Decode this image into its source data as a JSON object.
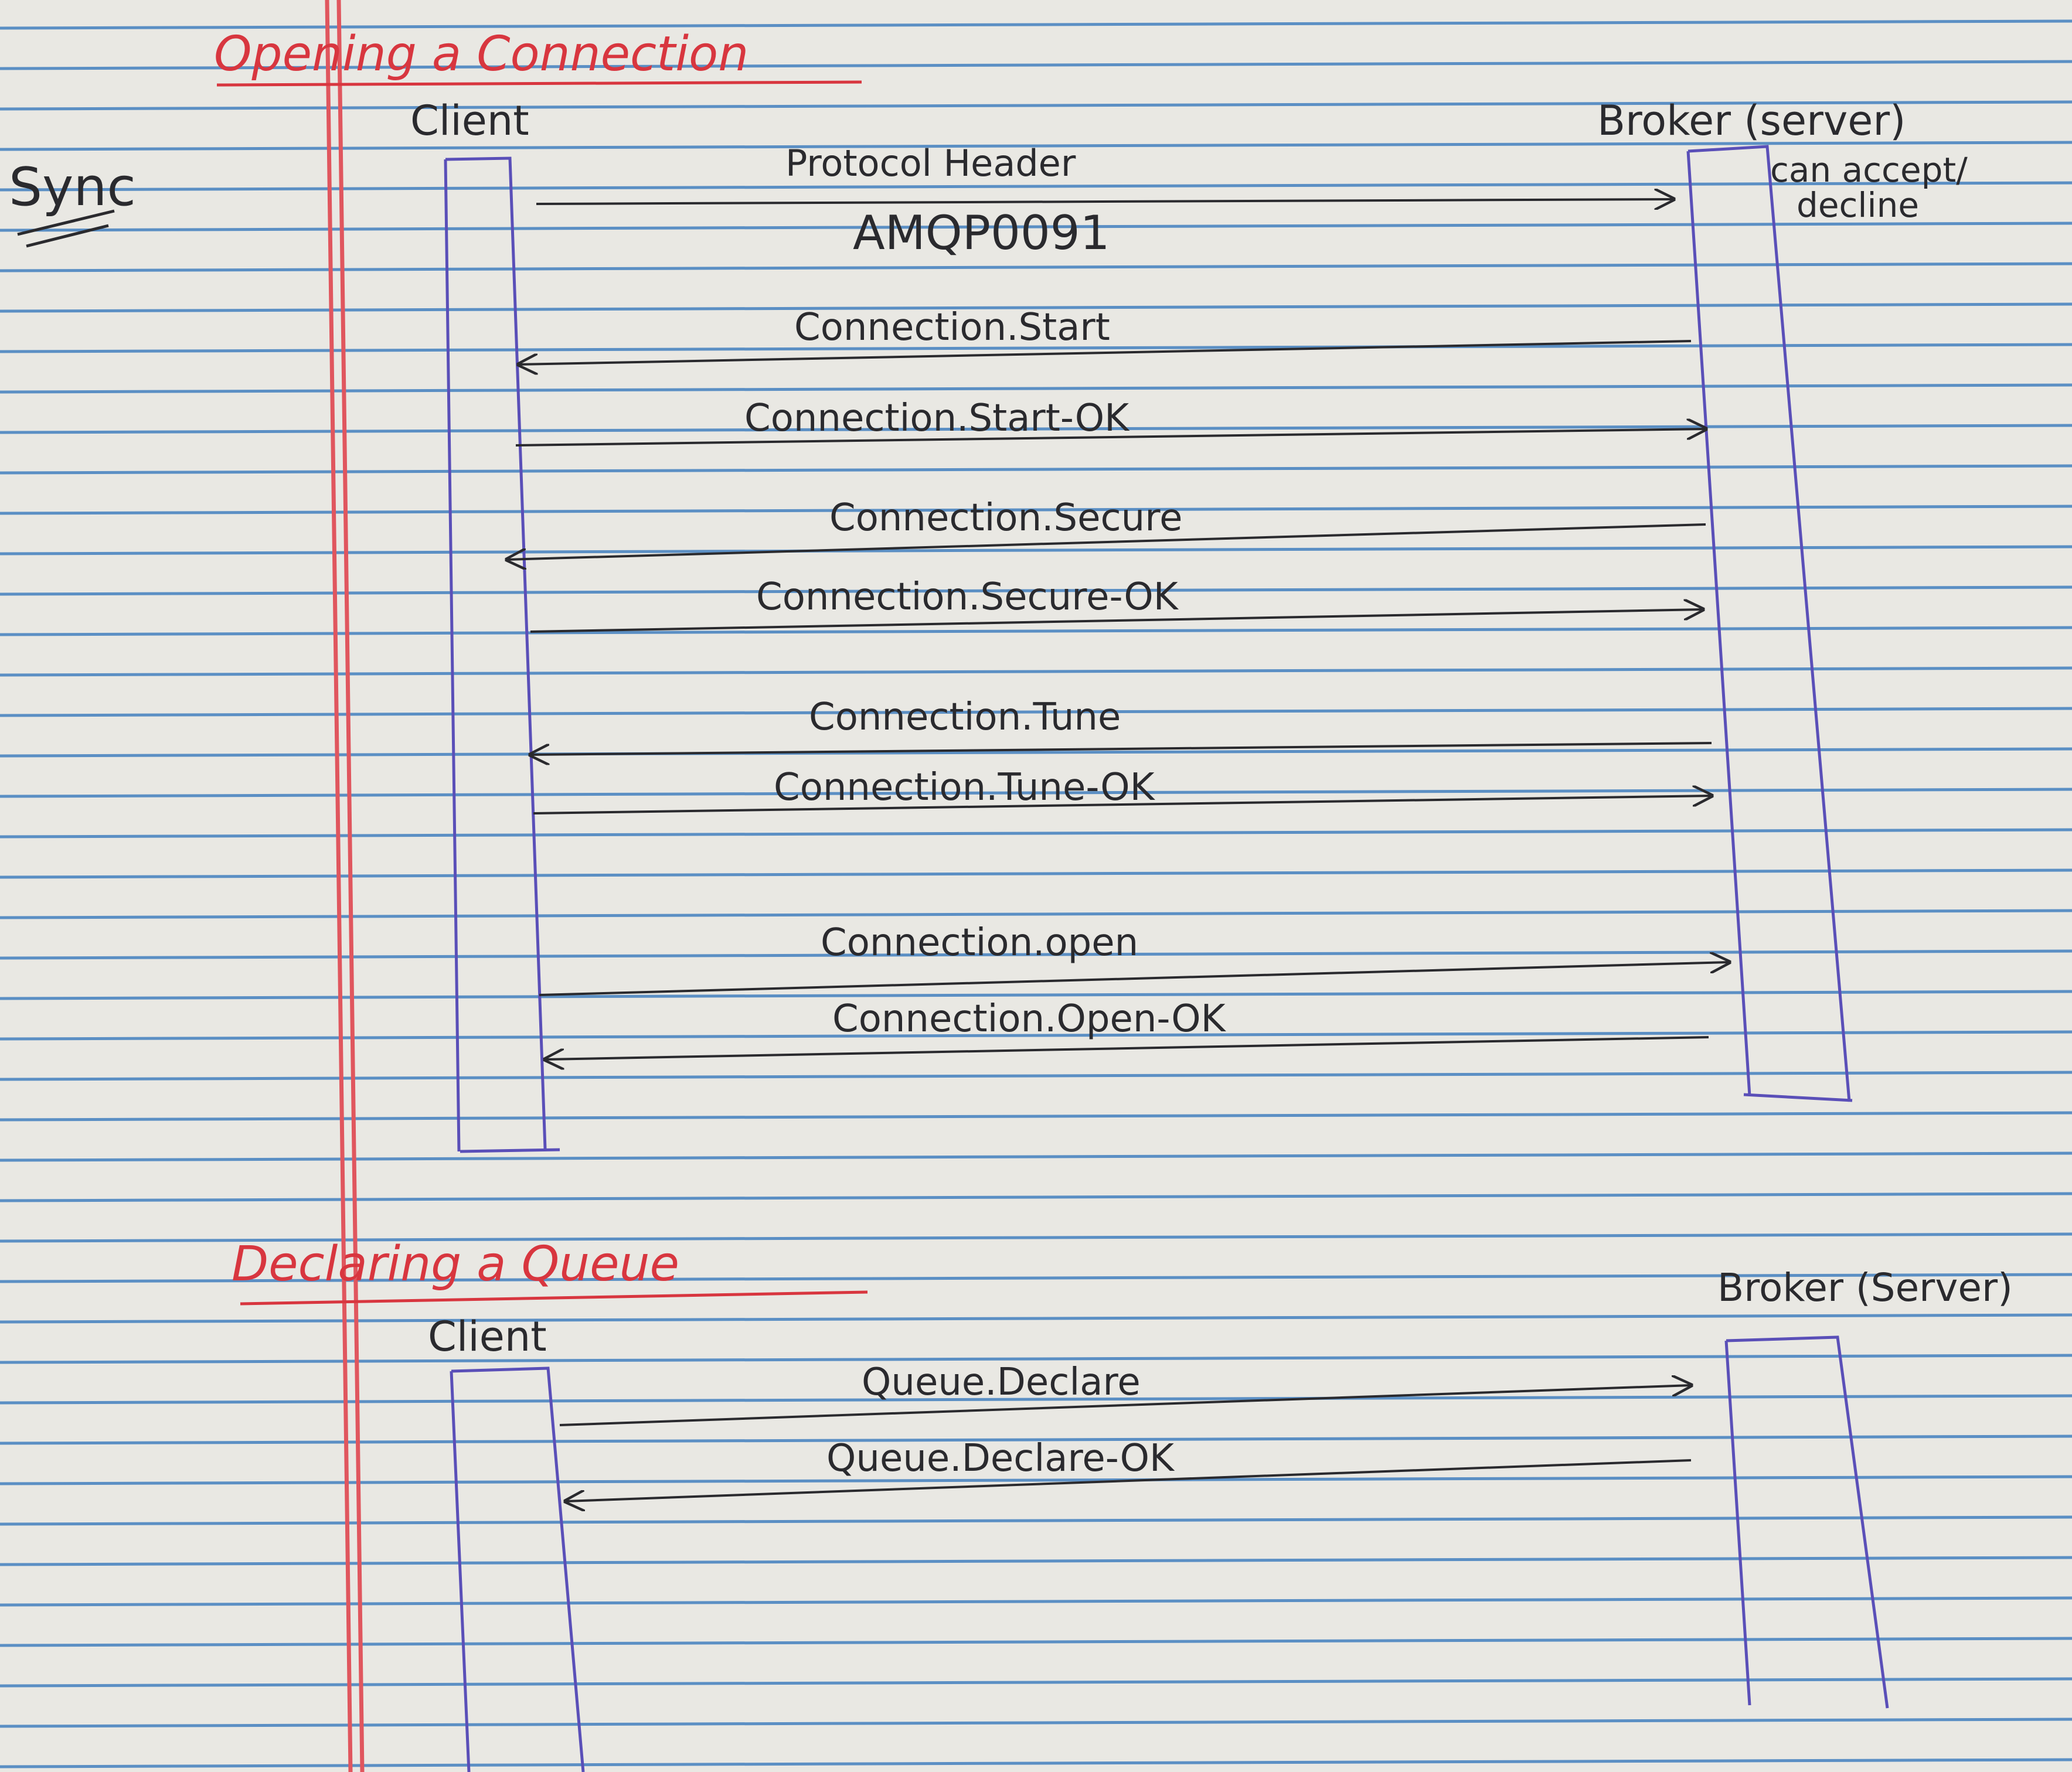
{
  "section1": {
    "title": "Opening a Connection",
    "client_label": "Client",
    "broker_label": "Broker (server)",
    "broker_note_line1": "can accept/",
    "broker_note_line2": "decline",
    "side_note": "Sync",
    "messages": [
      {
        "label": "Protocol Header",
        "direction": "client-to-broker"
      },
      {
        "label": "AMQP0091",
        "direction": "client-to-broker"
      },
      {
        "label": "Connection.Start",
        "direction": "broker-to-client"
      },
      {
        "label": "Connection.Start-OK",
        "direction": "client-to-broker"
      },
      {
        "label": "Connection.Secure",
        "direction": "broker-to-client"
      },
      {
        "label": "Connection.Secure-OK",
        "direction": "client-to-broker"
      },
      {
        "label": "Connection.Tune",
        "direction": "broker-to-client"
      },
      {
        "label": "Connection.Tune-OK",
        "direction": "client-to-broker"
      },
      {
        "label": "Connection.open",
        "direction": "client-to-broker"
      },
      {
        "label": "Connection.Open-OK",
        "direction": "broker-to-client"
      }
    ]
  },
  "section2": {
    "title": "Declaring a Queue",
    "client_label": "Client",
    "broker_label": "Broker (Server)",
    "messages": [
      {
        "label": "Queue.Declare",
        "direction": "client-to-broker"
      },
      {
        "label": "Queue.Declare-OK",
        "direction": "broker-to-client"
      }
    ]
  },
  "colors": {
    "paper": "#e9e8e3",
    "rule_line": "#5b8fc4",
    "margin_line": "#e0565e",
    "title_ink": "#d8363f",
    "lifeline_ink": "#5a4fb8",
    "pencil_ink": "#2a2a2e"
  }
}
